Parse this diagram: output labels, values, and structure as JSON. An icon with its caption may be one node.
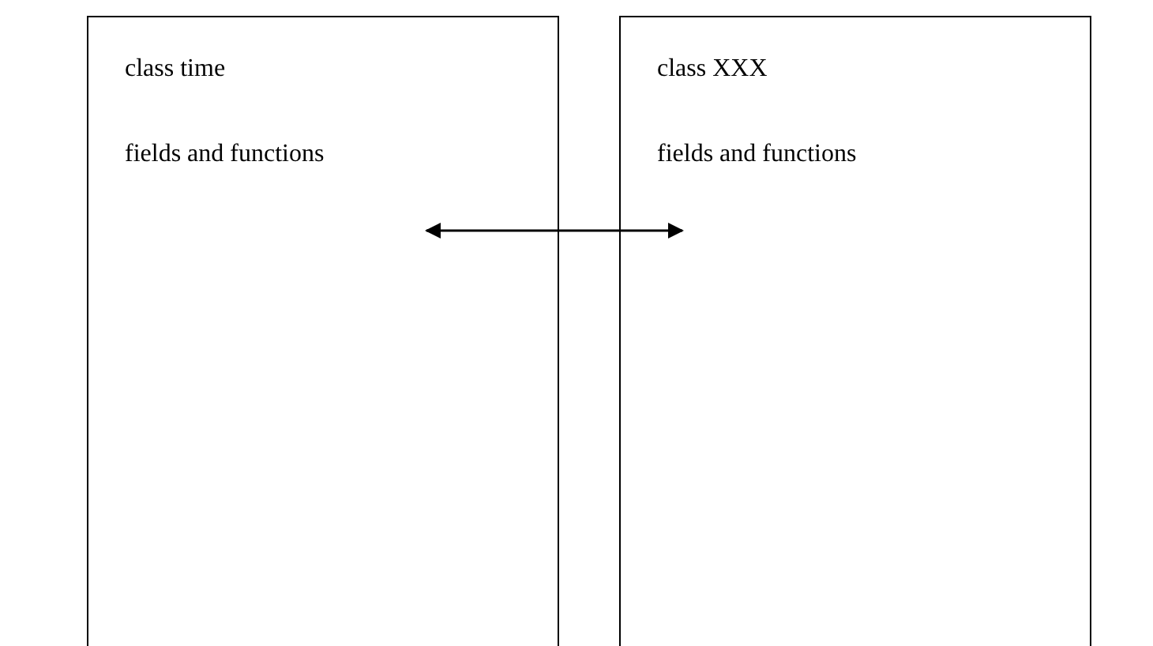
{
  "diagram": {
    "nodes": [
      {
        "text": [
          "class time",
          "fields and functions"
        ]
      },
      {
        "text": [
          "class XXX",
          "fields and functions"
        ]
      }
    ],
    "edges": [
      {
        "from": 0,
        "to": 1,
        "arrow": "both"
      }
    ]
  }
}
